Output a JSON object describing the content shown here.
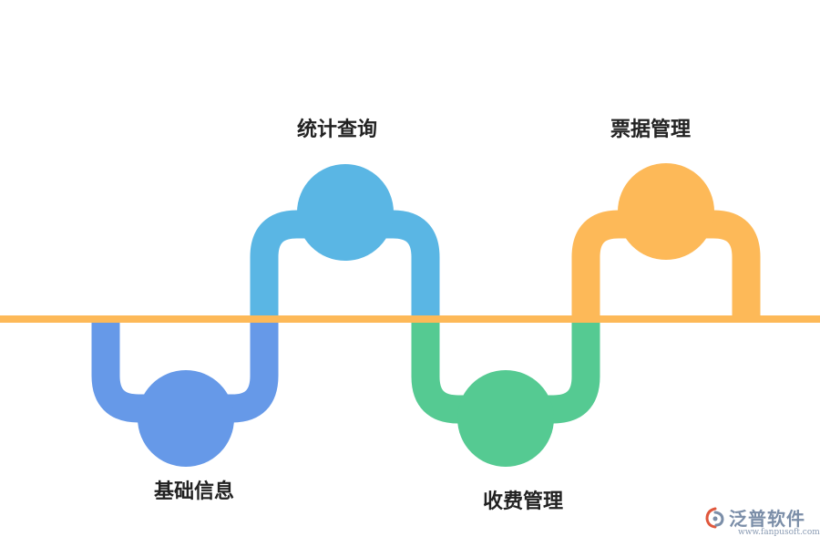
{
  "diagram": {
    "nodes": [
      {
        "label": "基础信息",
        "position": "below"
      },
      {
        "label": "统计查询",
        "position": "above"
      },
      {
        "label": "收费管理",
        "position": "below"
      },
      {
        "label": "票据管理",
        "position": "above"
      }
    ]
  },
  "colors": {
    "axis": "#FDB958",
    "node1": "#6699E8",
    "node2": "#5AB6E4",
    "node3": "#55CA92",
    "node4": "#FDB958"
  },
  "logo": {
    "name": "泛普软件",
    "url": "www.fanpusoft.com"
  }
}
